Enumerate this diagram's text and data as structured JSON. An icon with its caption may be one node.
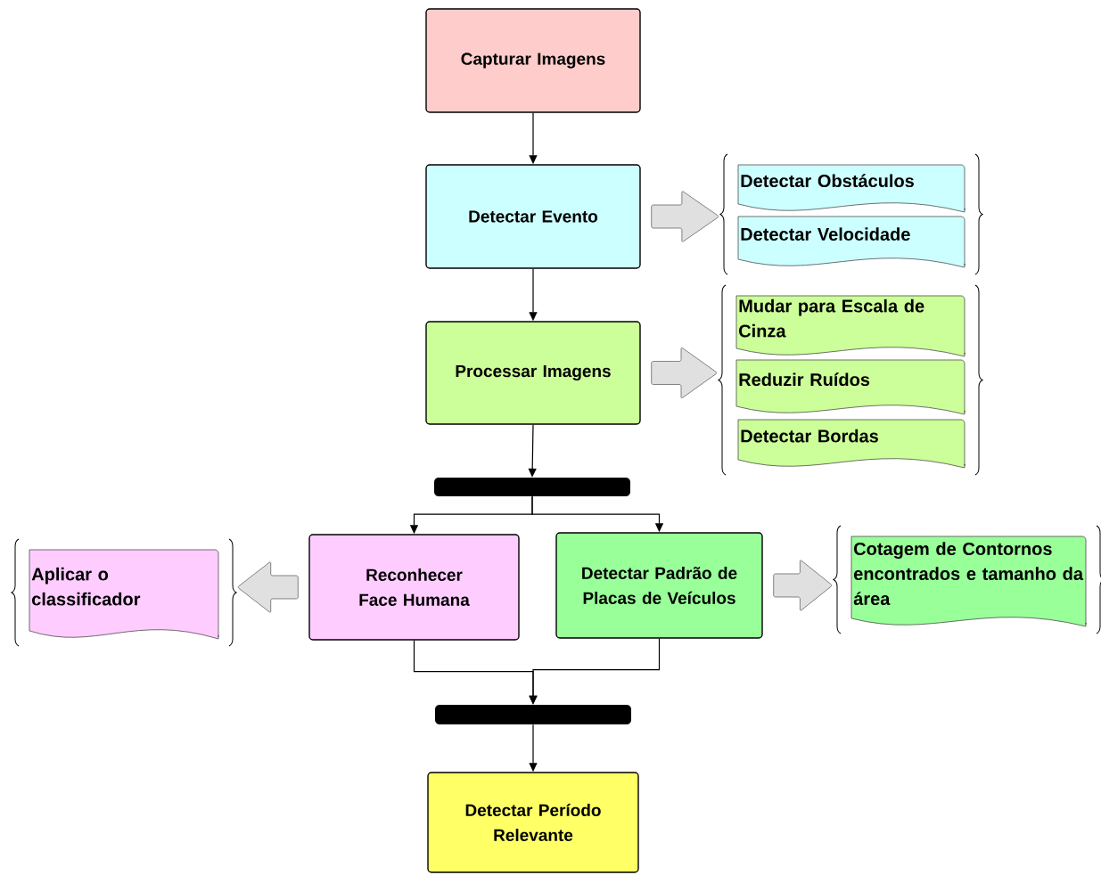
{
  "diagram": {
    "nodes": [
      {
        "text": [
          "Capturar Imagens"
        ]
      },
      {
        "text": [
          "Detectar Evento"
        ]
      },
      {
        "text": [
          "Processar Imagens"
        ]
      },
      {
        "text": [],
        "shape": "bar"
      },
      {
        "text": [
          "Reconhecer Face Humana"
        ]
      },
      {
        "text": [
          "Detectar Padrão de Placas de Veículos"
        ]
      },
      {
        "text": [],
        "shape": "bar"
      },
      {
        "text": [
          "Detectar Período Relevante"
        ]
      },
      {
        "text": [
          "Detectar Obstáculos"
        ]
      },
      {
        "text": [
          "Detectar Velocidade"
        ]
      },
      {
        "text": [
          "Mudar para Escala de Cinza"
        ]
      },
      {
        "text": [
          "Reduzir Ruídos"
        ]
      },
      {
        "text": [
          "Detectar Bordas"
        ]
      },
      {
        "text": [
          "Aplicar o classificador"
        ]
      },
      {
        "text": [
          "Cotagem de Contornos encontrados e tamanho da área"
        ]
      }
    ],
    "edges": [
      {
        "from": 0,
        "to": 1,
        "arrow": "to"
      },
      {
        "from": 1,
        "to": 2,
        "arrow": "to"
      },
      {
        "from": 2,
        "to": 3,
        "arrow": "to"
      },
      {
        "from": 3,
        "to": 4,
        "arrow": "to"
      },
      {
        "from": 3,
        "to": 5,
        "arrow": "to"
      },
      {
        "from": 4,
        "to": 6,
        "arrow": "to"
      },
      {
        "from": 5,
        "to": 6,
        "arrow": "to"
      },
      {
        "from": 6,
        "to": 7,
        "arrow": "to"
      },
      {
        "from": 1,
        "to": 8,
        "arrow": "to",
        "style": "thick",
        "color": "#e0e0e0"
      },
      {
        "from": 1,
        "to": 9,
        "arrow": "to",
        "style": "thick",
        "color": "#e0e0e0"
      },
      {
        "from": 2,
        "to": 10,
        "arrow": "to",
        "style": "thick",
        "color": "#e0e0e0"
      },
      {
        "from": 2,
        "to": 11,
        "arrow": "to",
        "style": "thick",
        "color": "#e0e0e0"
      },
      {
        "from": 2,
        "to": 12,
        "arrow": "to",
        "style": "thick",
        "color": "#e0e0e0"
      },
      {
        "from": 4,
        "to": 13,
        "arrow": "to",
        "style": "thick",
        "color": "#e0e0e0"
      },
      {
        "from": 5,
        "to": 14,
        "arrow": "to",
        "style": "thick",
        "color": "#e0e0e0"
      }
    ]
  }
}
